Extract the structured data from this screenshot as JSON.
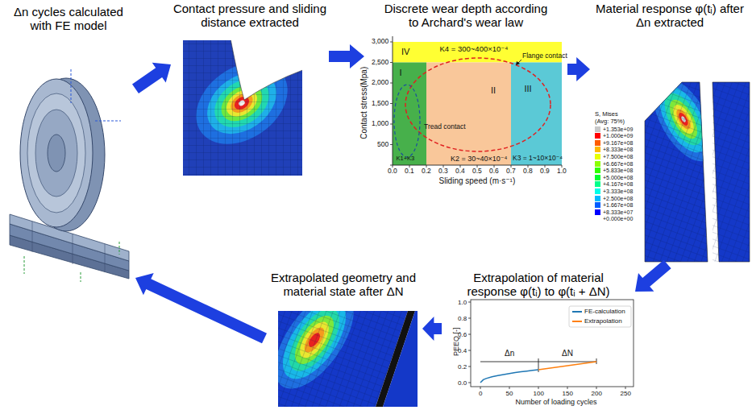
{
  "diagram": {
    "nodes": [
      {
        "text": [
          "Δn cycles calculated with FE model"
        ]
      },
      {
        "text": [
          "Contact pressure and sliding distance extracted"
        ]
      },
      {
        "text": [
          "Discrete wear depth according to Archard's wear law"
        ]
      },
      {
        "text": [
          "Material response φ(tᵢ) after Δn extracted"
        ]
      },
      {
        "text": [
          "Extrapolation of material response φ(tᵢ) to φ(tᵢ + ΔN)"
        ]
      },
      {
        "text": [
          "Extrapolated geometry and material state after ΔN"
        ]
      }
    ],
    "edges": [
      {
        "from": 0,
        "to": 1,
        "arrow": "to"
      },
      {
        "from": 1,
        "to": 2,
        "arrow": "to"
      },
      {
        "from": 2,
        "to": 3,
        "arrow": "to"
      },
      {
        "from": 3,
        "to": 4,
        "arrow": "to"
      },
      {
        "from": 4,
        "to": 5,
        "arrow": "to"
      },
      {
        "from": 5,
        "to": 0,
        "arrow": "to"
      }
    ],
    "labels": [
      "3,000",
      "2,500",
      "2,000",
      "1,500",
      "1,000",
      "500",
      "0.0",
      "0.1",
      "0.2",
      "0.3",
      "0.4",
      "0.5",
      "0.6",
      "0.7",
      "0.8",
      "0.9",
      "1.0",
      "Contact stress(Mpa)",
      "Sliding speed (m·s⁻¹)",
      "IV",
      "K4 = 300~400×10⁻⁴",
      "Flange contact",
      "I",
      "II",
      "III",
      "K2 = 30~40×10⁻⁴",
      "K3 = 1~10×10⁻⁴",
      "K1+K3",
      "Tread contact",
      "S, Mises",
      "(Avg: 75%)",
      "+0.000e+00",
      "0.0",
      "0.2",
      "0.4",
      "0.6",
      "0.8",
      "1.0",
      "0",
      "50",
      "100",
      "150",
      "200",
      "250",
      "PEEQ [-]",
      "Number of loading cycles",
      "Δn",
      "ΔN"
    ],
    "legend": [
      {
        "text": "+1.353e+09",
        "color": "#c8c8c8"
      },
      {
        "text": "+1.000e+09",
        "color": "#ff0000"
      },
      {
        "text": "+9.167e+08",
        "color": "#ff5d00"
      },
      {
        "text": "+8.333e+08",
        "color": "#ffb900"
      },
      {
        "text": "+7.500e+08",
        "color": "#e8ff00"
      },
      {
        "text": "+6.667e+08",
        "color": "#8bff00"
      },
      {
        "text": "+5.833e+08",
        "color": "#2eff00"
      },
      {
        "text": "+5.000e+08",
        "color": "#00ff2e"
      },
      {
        "text": "+4.167e+08",
        "color": "#00ff8b"
      },
      {
        "text": "+3.333e+08",
        "color": "#00ffe8"
      },
      {
        "text": "+2.500e+08",
        "color": "#00b9ff"
      },
      {
        "text": "+1.667e+08",
        "color": "#005dff"
      },
      {
        "text": "+8.333e+07",
        "color": "#0000ff"
      },
      {
        "text": "FE-calculation"
      },
      {
        "text": "Extrapolation"
      }
    ]
  }
}
